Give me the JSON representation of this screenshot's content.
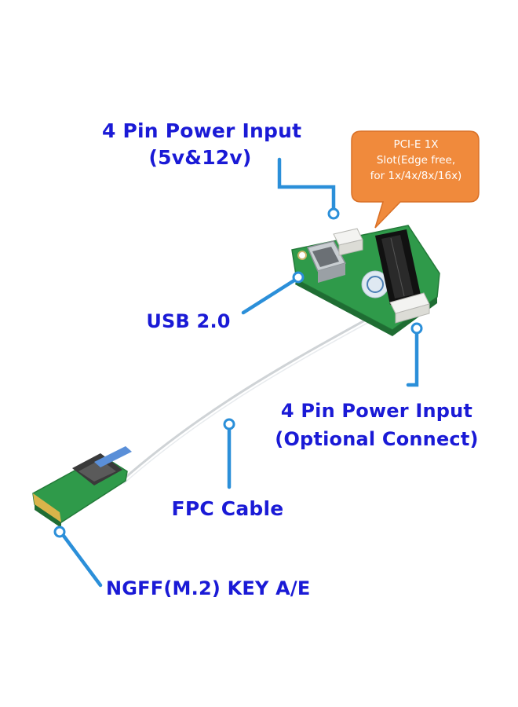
{
  "labels": {
    "power_top": [
      "4 Pin Power Input",
      "(5v&12v)"
    ],
    "usb": "USB 2.0",
    "power_bottom": [
      "4 Pin Power Input",
      "(Optional Connect)"
    ],
    "fpc": "FPC Cable",
    "ngff": "NGFF(M.2) KEY A/E"
  },
  "callout": {
    "lines": [
      "PCI-E 1X",
      "Slot(Edge free,",
      "for 1x/4x/8x/16x)"
    ]
  },
  "colors": {
    "label_text": "#1a1ad6",
    "pointer": "#2b8fd9",
    "callout_fill": "#f08a3c",
    "pcb_green": "#2f9a4a",
    "slot_black": "#111111"
  }
}
